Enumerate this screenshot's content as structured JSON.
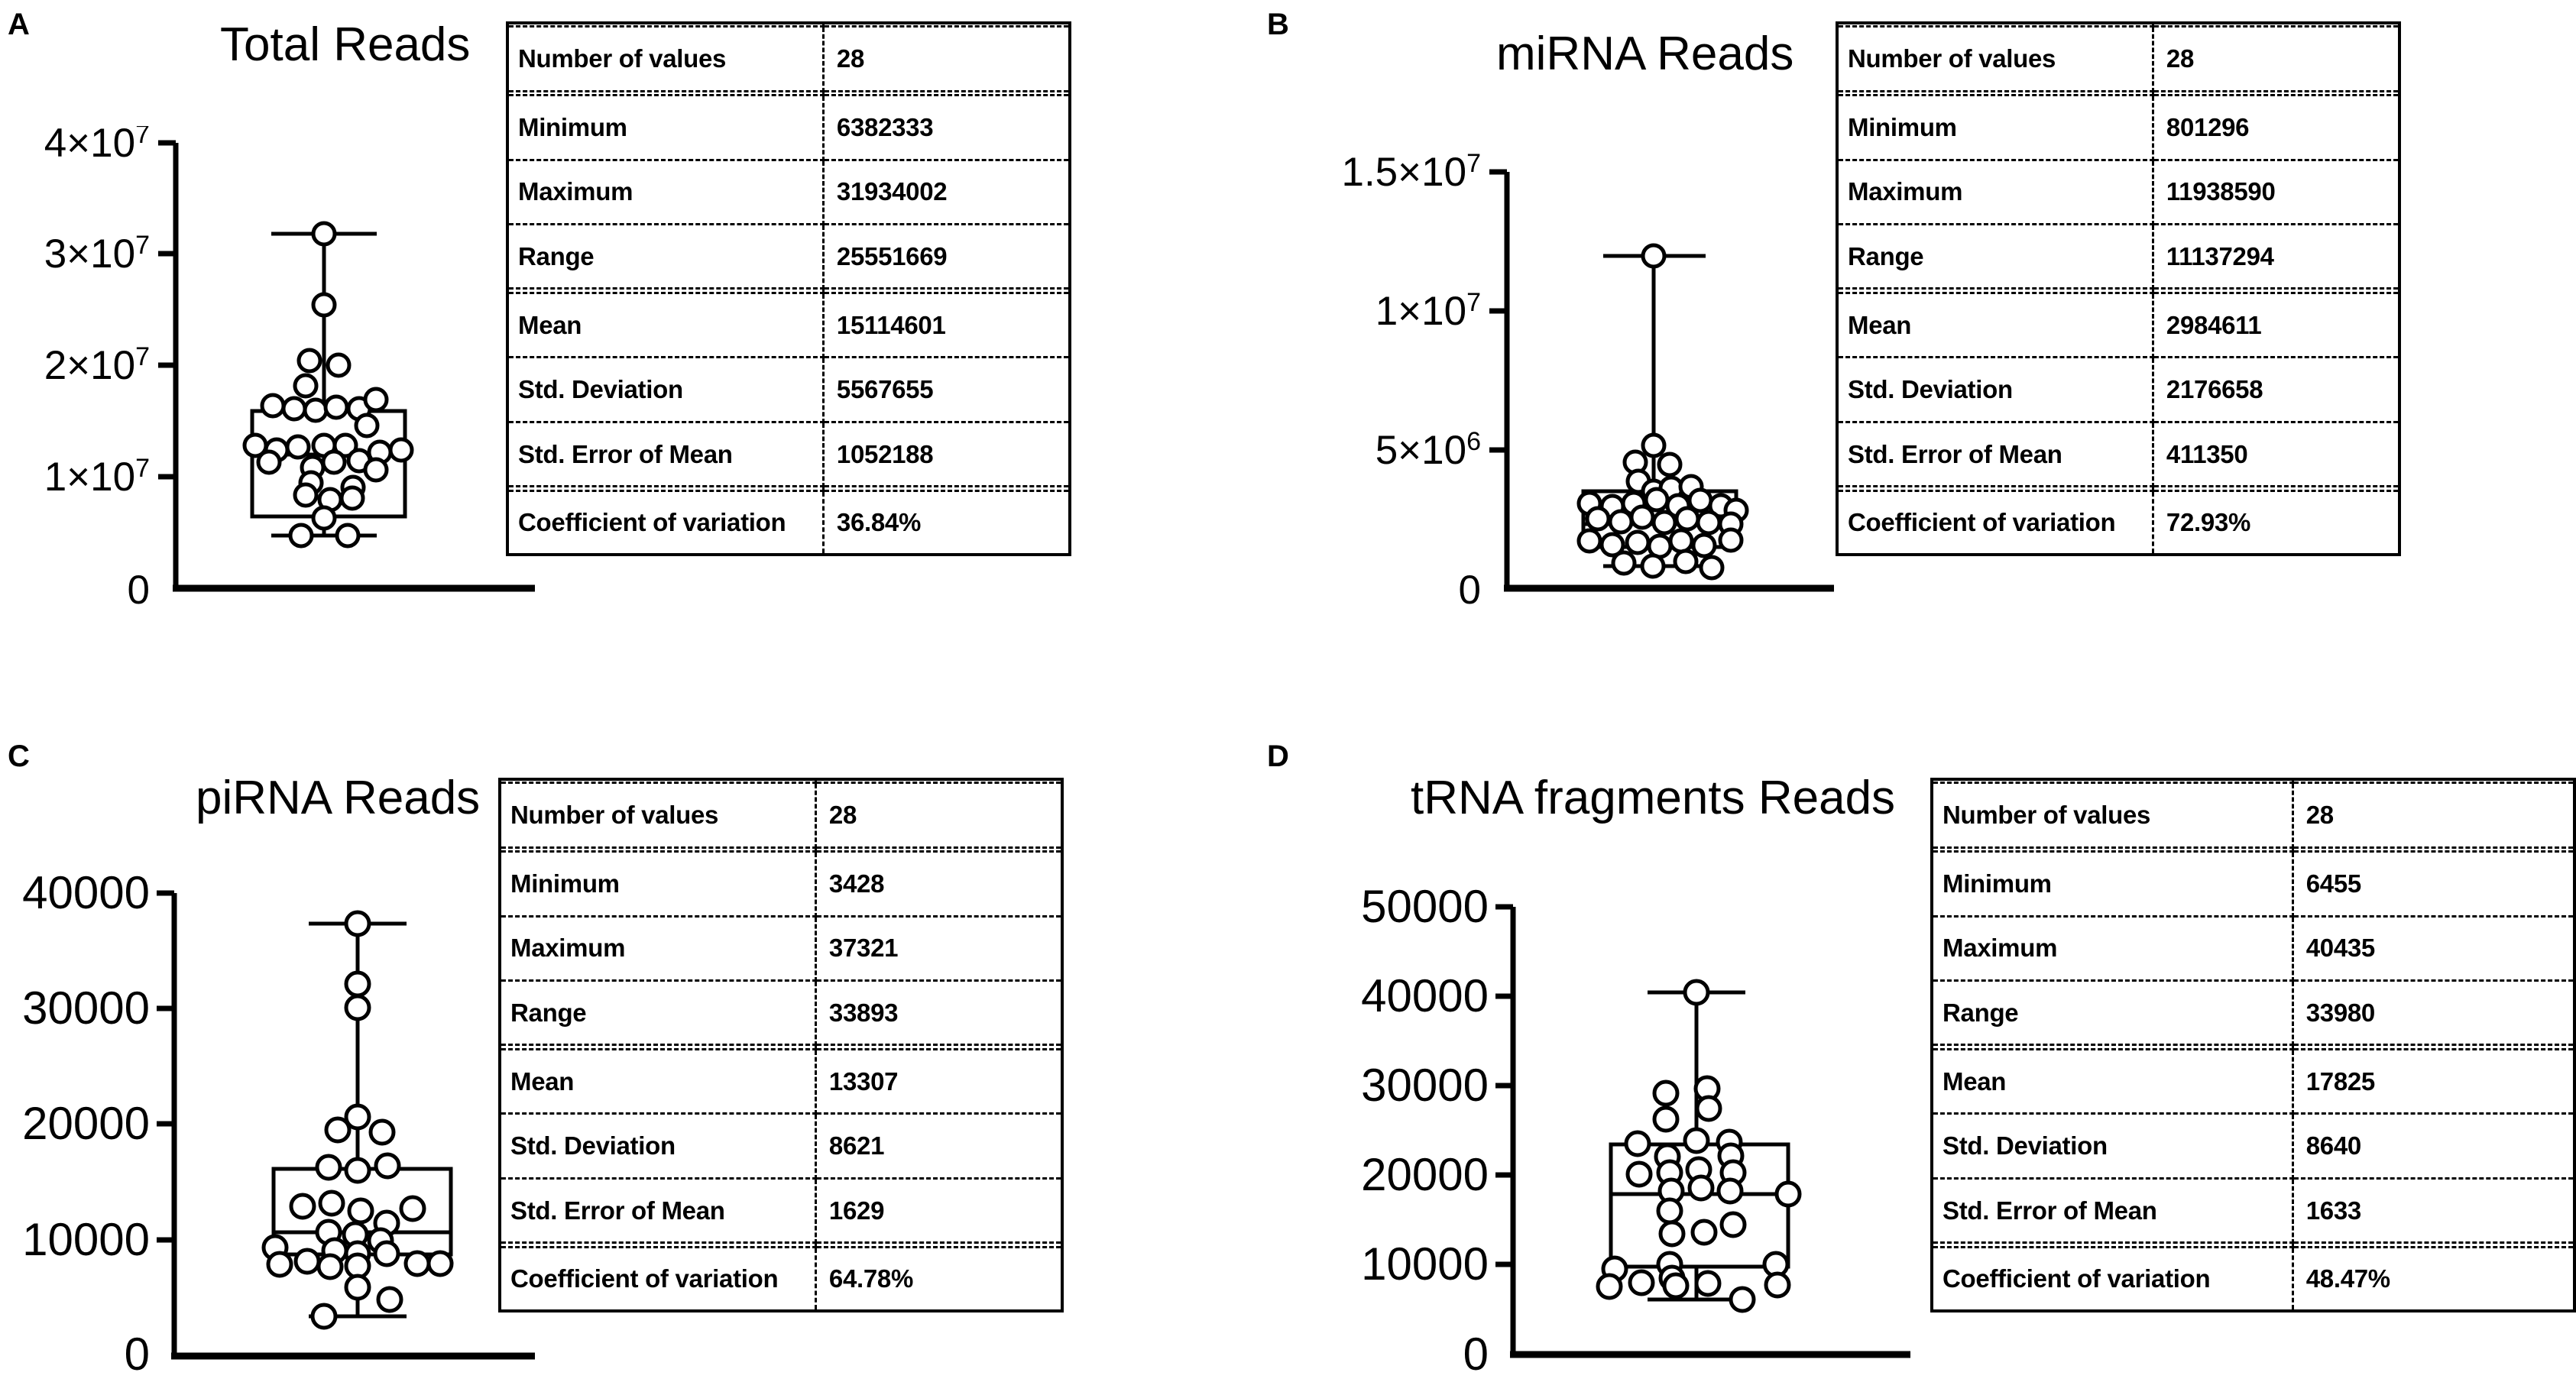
{
  "figure": {
    "stat_rows": [
      "Number of values",
      "Minimum",
      "Maximum",
      "Range",
      "Mean",
      "Std. Deviation",
      "Std. Error of Mean",
      "Coefficient of variation"
    ],
    "panels": [
      {
        "letter": "A",
        "title": "Total Reads",
        "axis_ticks": [
          "4×10⁷",
          "3×10⁷",
          "2×10⁷",
          "1×10⁷",
          "0"
        ],
        "stats": {
          "number_of_values": "28",
          "minimum": "6382333",
          "maximum": "31934002",
          "range": "25551669",
          "mean": "15114601",
          "std_deviation": "5567655",
          "std_error_of_mean": "1052188",
          "coefficient_of_variation": "36.84%"
        }
      },
      {
        "letter": "B",
        "title": "miRNA Reads",
        "axis_ticks": [
          "1.5×10⁷",
          "1×10⁷",
          "5×10⁶",
          "0"
        ],
        "stats": {
          "number_of_values": "28",
          "minimum": "801296",
          "maximum": "11938590",
          "range": "11137294",
          "mean": "2984611",
          "std_deviation": "2176658",
          "std_error_of_mean": "411350",
          "coefficient_of_variation": "72.93%"
        }
      },
      {
        "letter": "C",
        "title": "piRNA Reads",
        "axis_ticks": [
          "40000",
          "30000",
          "20000",
          "10000",
          "0"
        ],
        "stats": {
          "number_of_values": "28",
          "minimum": "3428",
          "maximum": "37321",
          "range": "33893",
          "mean": "13307",
          "std_deviation": "8621",
          "std_error_of_mean": "1629",
          "coefficient_of_variation": "64.78%"
        }
      },
      {
        "letter": "D",
        "title": "tRNA fragments Reads",
        "axis_ticks": [
          "50000",
          "40000",
          "30000",
          "20000",
          "10000",
          "0"
        ],
        "stats": {
          "number_of_values": "28",
          "minimum": "6455",
          "maximum": "40435",
          "range": "33980",
          "mean": "17825",
          "std_deviation": "8640",
          "std_error_of_mean": "1633",
          "coefficient_of_variation": "48.47%"
        }
      }
    ]
  },
  "chart_data": [
    {
      "type": "box",
      "panel": "A",
      "title": "Total Reads",
      "xlabel": "",
      "ylabel": "",
      "ylim": [
        0,
        40000000
      ],
      "yticks": [
        0,
        10000000,
        20000000,
        30000000,
        40000000
      ],
      "ytick_labels": [
        "0",
        "1×10⁷",
        "2×10⁷",
        "3×10⁷",
        "4×10⁷"
      ],
      "grid": false,
      "legend": "none",
      "box": {
        "min": 6382333,
        "q1": 11700000,
        "median": 14500000,
        "q3": 17700000,
        "max": 31934002
      },
      "n": 28,
      "points": [
        31934002,
        25500000,
        21000000,
        20100000,
        19300000,
        18100000,
        17900000,
        17800000,
        17700000,
        17500000,
        17200000,
        16500000,
        15300000,
        14900000,
        14700000,
        14600000,
        14500000,
        14400000,
        14100000,
        13700000,
        13200000,
        12600000,
        11800000,
        11000000,
        10600000,
        10200000,
        9500000,
        6382333
      ]
    },
    {
      "type": "box",
      "panel": "B",
      "title": "miRNA Reads",
      "xlabel": "",
      "ylabel": "",
      "ylim": [
        0,
        15000000
      ],
      "yticks": [
        0,
        5000000,
        10000000,
        15000000
      ],
      "ytick_labels": [
        "0",
        "5×10⁶",
        "1×10⁷",
        "1.5×10⁷"
      ],
      "grid": false,
      "legend": "none",
      "box": {
        "min": 801296,
        "q1": 1500000,
        "median": 2300000,
        "q3": 3500000,
        "max": 11938590
      },
      "n": 28,
      "points": [
        11938590,
        5200000,
        4600000,
        4400000,
        3900000,
        3500000,
        3400000,
        3300000,
        3200000,
        3000000,
        2900000,
        2800000,
        2700000,
        2600000,
        2500000,
        2400000,
        2300000,
        2200000,
        2000000,
        1900000,
        1800000,
        1700000,
        1600000,
        1400000,
        1300000,
        1200000,
        1000000,
        801296
      ]
    },
    {
      "type": "box",
      "panel": "C",
      "title": "piRNA Reads",
      "xlabel": "",
      "ylabel": "",
      "ylim": [
        0,
        40000
      ],
      "yticks": [
        0,
        10000,
        20000,
        30000,
        40000
      ],
      "ytick_labels": [
        "0",
        "10000",
        "20000",
        "30000",
        "40000"
      ],
      "grid": false,
      "legend": "none",
      "box": {
        "min": 3428,
        "q1": 7400,
        "median": 10700,
        "q3": 16100,
        "max": 37321
      },
      "n": 28,
      "points": [
        37321,
        32000,
        30000,
        21500,
        20000,
        19500,
        16300,
        16100,
        16000,
        12000,
        11900,
        11700,
        11500,
        10900,
        10700,
        10300,
        9200,
        8800,
        8500,
        8300,
        7900,
        7600,
        7400,
        7200,
        7000,
        6100,
        5400,
        3428
      ]
    },
    {
      "type": "box",
      "panel": "D",
      "title": "tRNA fragments Reads",
      "xlabel": "",
      "ylabel": "",
      "ylim": [
        0,
        50000
      ],
      "yticks": [
        0,
        10000,
        20000,
        30000,
        40000,
        50000
      ],
      "ytick_labels": [
        "0",
        "10000",
        "20000",
        "30000",
        "40000",
        "50000"
      ],
      "grid": false,
      "legend": "none",
      "box": {
        "min": 6455,
        "q1": 9800,
        "median": 17900,
        "q3": 23500,
        "max": 40435
      },
      "n": 28,
      "points": [
        40435,
        30000,
        29000,
        28000,
        23500,
        23200,
        23000,
        22800,
        21500,
        20800,
        20100,
        19800,
        19000,
        18000,
        17900,
        17600,
        15500,
        14200,
        13600,
        13000,
        10400,
        10100,
        9900,
        9000,
        8700,
        8300,
        7200,
        6455
      ]
    }
  ]
}
